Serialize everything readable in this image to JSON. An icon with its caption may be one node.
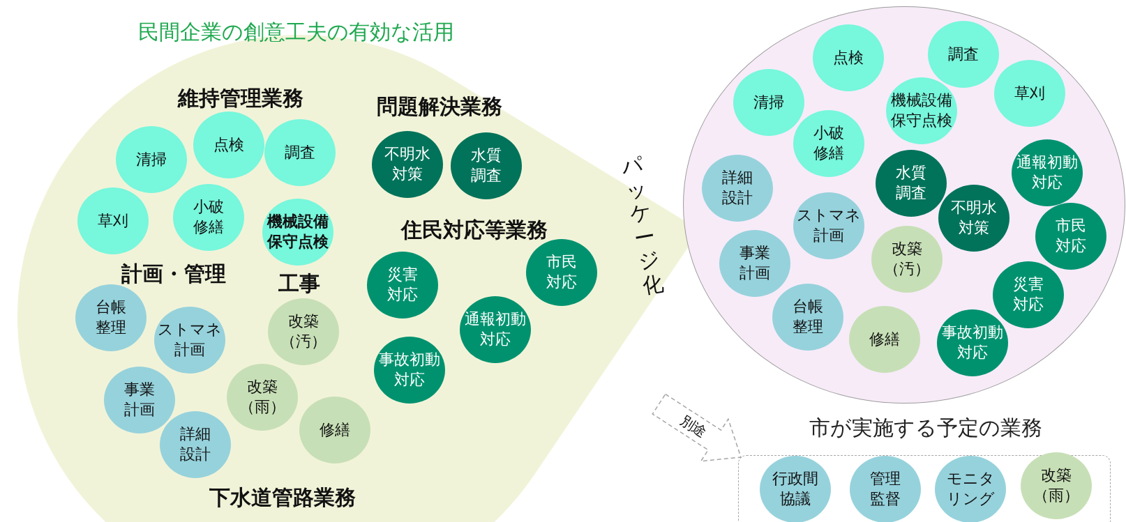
{
  "diagram": {
    "nodes": [
      {
        "text": [
          "民間企業の創意工夫の有効な活用",
          "下水道管路業務"
        ]
      },
      {
        "text": [
          "清掃"
        ],
        "in": 0
      },
      {
        "text": [
          "点検"
        ],
        "in": 0
      },
      {
        "text": [
          "調査"
        ],
        "in": 0
      },
      {
        "text": [
          "草刈"
        ],
        "in": 0
      },
      {
        "text": [
          "小破修繕"
        ],
        "in": 0
      },
      {
        "text": [
          "機械設備保守点検"
        ],
        "in": 0
      },
      {
        "text": [
          "不明水対策"
        ],
        "in": 0
      },
      {
        "text": [
          "水質調査"
        ],
        "in": 0
      },
      {
        "text": [
          "市民対応"
        ],
        "in": 0
      },
      {
        "text": [
          "災害対応"
        ],
        "in": 0
      },
      {
        "text": [
          "通報初動対応"
        ],
        "in": 0
      },
      {
        "text": [
          "事故初動対応"
        ],
        "in": 0
      },
      {
        "text": [
          "台帳整理"
        ],
        "in": 0
      },
      {
        "text": [
          "ストマネ計画"
        ],
        "in": 0
      },
      {
        "text": [
          "改築（汚）"
        ],
        "in": 0
      },
      {
        "text": [
          "事業計画"
        ],
        "in": 0
      },
      {
        "text": [
          "改築（雨）"
        ],
        "in": 0
      },
      {
        "text": [
          "詳細設計"
        ],
        "in": 0
      },
      {
        "text": [
          "修繕"
        ],
        "in": 0
      },
      {
        "text": [],
        "shape": "circle"
      },
      {
        "text": [
          "点検"
        ],
        "in": 20
      },
      {
        "text": [
          "調査"
        ],
        "in": 20
      },
      {
        "text": [
          "清掃"
        ],
        "in": 20
      },
      {
        "text": [
          "草刈"
        ],
        "in": 20
      },
      {
        "text": [
          "機械設備保守点検"
        ],
        "in": 20
      },
      {
        "text": [
          "小破修繕"
        ],
        "in": 20
      },
      {
        "text": [
          "通報初動対応"
        ],
        "in": 20
      },
      {
        "text": [
          "詳細設計"
        ],
        "in": 20
      },
      {
        "text": [
          "水質調査"
        ],
        "in": 20
      },
      {
        "text": [
          "不明水対策"
        ],
        "in": 20
      },
      {
        "text": [
          "ストマネ計画"
        ],
        "in": 20
      },
      {
        "text": [
          "市民対応"
        ],
        "in": 20
      },
      {
        "text": [
          "改築（汚）"
        ],
        "in": 20
      },
      {
        "text": [
          "事業計画"
        ],
        "in": 20
      },
      {
        "text": [
          "災害対応"
        ],
        "in": 20
      },
      {
        "text": [
          "台帳整理"
        ],
        "in": 20
      },
      {
        "text": [
          "修繕"
        ],
        "in": 20
      },
      {
        "text": [
          "事故初動対応"
        ],
        "in": 20
      },
      {
        "text": [
          "市が実施する予定の業務"
        ]
      },
      {
        "text": [
          "行政間協議"
        ],
        "in": 39
      },
      {
        "text": [
          "管理監督"
        ],
        "in": 39
      },
      {
        "text": [
          "モニタリング"
        ],
        "in": 39
      },
      {
        "text": [
          "改築（雨）"
        ],
        "in": 39
      }
    ],
    "edges": [
      {
        "from": null,
        "to": 39,
        "arrow": "to",
        "label": "別途",
        "style": "dashed",
        "color": "#a6a6a6"
      }
    ],
    "labels": [
      "維持管理業務",
      "問題解決業務",
      "住民対応等業務",
      "計画・管理",
      "工事",
      "パッケージ化"
    ]
  }
}
